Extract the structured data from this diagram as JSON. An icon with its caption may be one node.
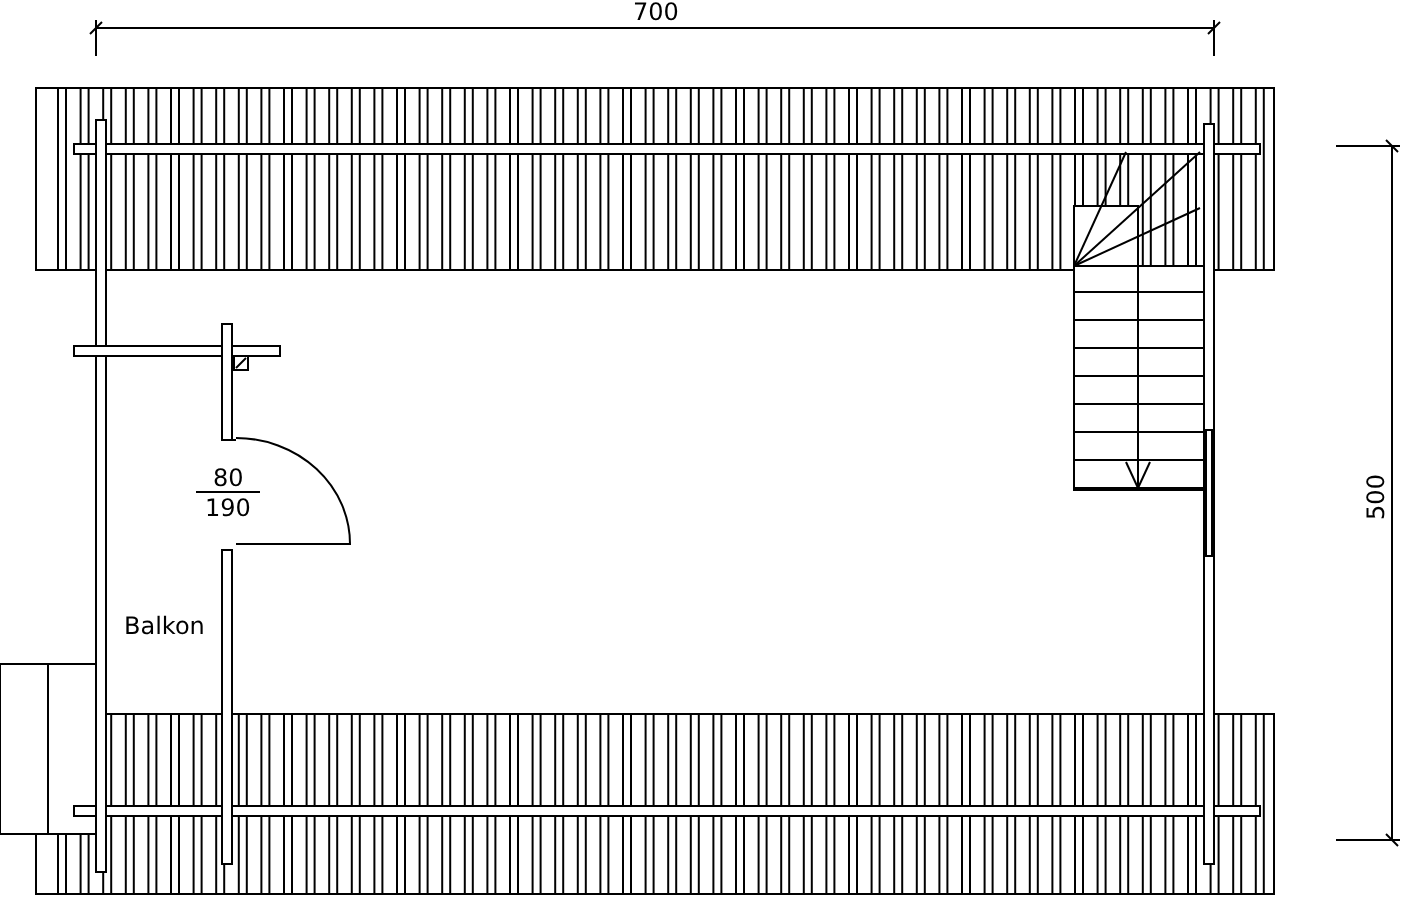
{
  "diagram": {
    "labels": [
      "700",
      "80",
      "190",
      "500",
      "Balkon"
    ]
  }
}
